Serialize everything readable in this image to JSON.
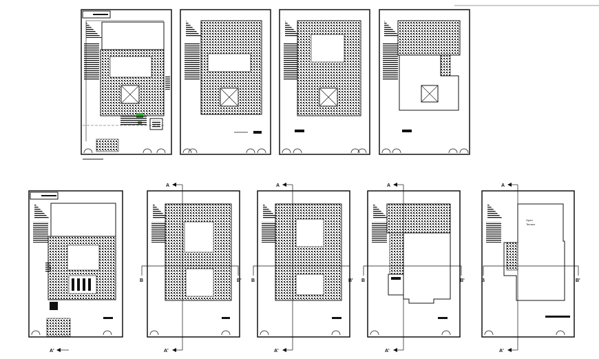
{
  "section_markers": {
    "top": "A",
    "bottom": "A'",
    "left": "B",
    "right": "B'"
  },
  "plan_annotations": {
    "terrace_label_line1": "Open",
    "terrace_label_line2": "Terrace"
  },
  "colors": {
    "ink": "#111111",
    "background": "#ffffff",
    "accent_green": "#2fae2f"
  }
}
